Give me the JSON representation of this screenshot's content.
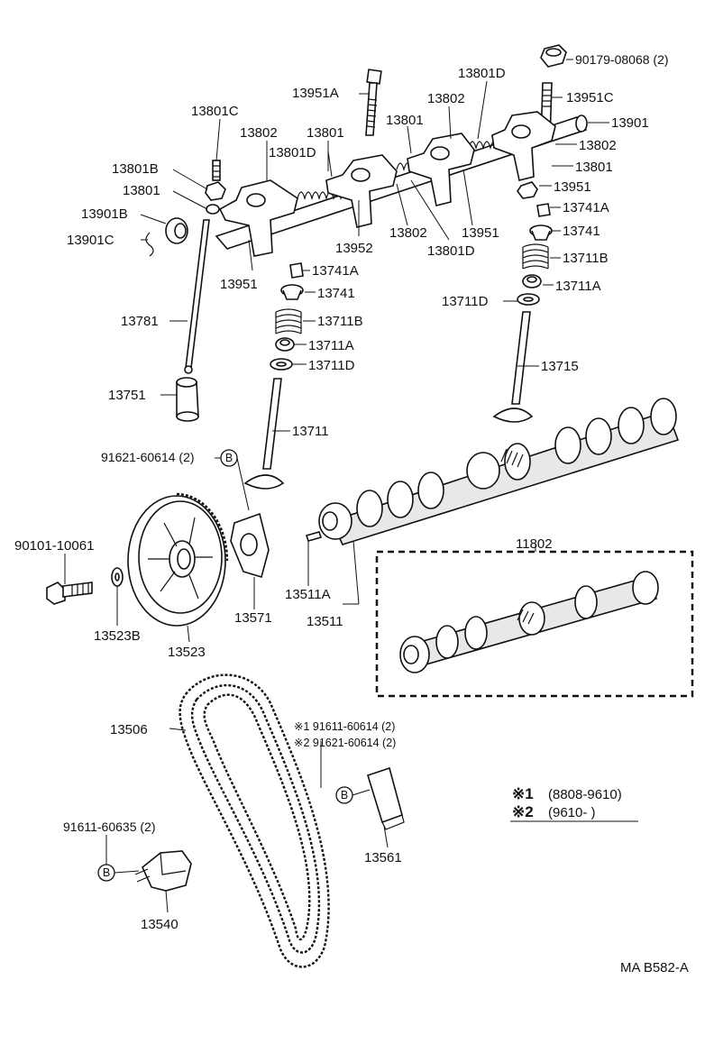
{
  "diagram_id": "MA B582-A",
  "labels": {
    "p90179": "90179-08068 (2)",
    "p13801D_top": "13801D",
    "p13951A": "13951A",
    "p13802_top": "13802",
    "p13951C": "13951C",
    "p13801C": "13801C",
    "p13801_mid": "13801",
    "p13901": "13901",
    "p13802_left": "13802",
    "p13801_c": "13801",
    "p13802_right": "13802",
    "p13801D_mid": "13801D",
    "p13801B": "13801B",
    "p13801_r": "13801",
    "p13801_l": "13801",
    "p13951_r": "13951",
    "p13901B": "13901B",
    "p13741A_r": "13741A",
    "p13901C": "13901C",
    "p13952": "13952",
    "p13802_c": "13802",
    "p13951_c": "13951",
    "p13741_r": "13741",
    "p13801D_b": "13801D",
    "p13711B_r": "13711B",
    "p13741A_l": "13741A",
    "p13951_l": "13951",
    "p13711A_r": "13711A",
    "p13741_l": "13741",
    "p13711D_r": "13711D",
    "p13781": "13781",
    "p13711B_l": "13711B",
    "p13711A_l": "13711A",
    "p13711D_l": "13711D",
    "p13715": "13715",
    "p13751": "13751",
    "p13711": "13711",
    "p91621_top": "91621-60614 (2)",
    "p90101": "90101-10061",
    "p11802": "11802",
    "p13511A": "13511A",
    "p13571": "13571",
    "p13511": "13511",
    "p13523B": "13523B",
    "p13523": "13523",
    "p13506": "13506",
    "p_note1": "※1 91611-60614 (2)",
    "p_note2": "※2 91621-60614 (2)",
    "p91611": "91611-60635 (2)",
    "p13561": "13561",
    "p13540": "13540",
    "callout_b": "B"
  },
  "legend": {
    "mark1": "※1",
    "range1": "(8808-9610)",
    "mark2": "※2",
    "range2": "(9610-        )"
  }
}
